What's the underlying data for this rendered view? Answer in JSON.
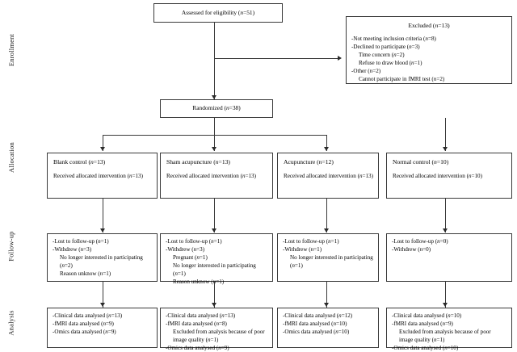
{
  "diagram": {
    "type": "consort-flow-diagram",
    "stages": [
      {
        "id": "enrollment",
        "label": "Enrollment"
      },
      {
        "id": "allocation",
        "label": "Allocation"
      },
      {
        "id": "followup",
        "label": "Follow-up"
      },
      {
        "id": "analysis",
        "label": "Analysis"
      }
    ],
    "enrollment": {
      "assessed": {
        "text": "Assessed for eligibility (n=51)"
      },
      "excluded": {
        "title": "Excluded (n=13)",
        "lines": [
          "-Not meeting inclusion criteria (n=8)",
          "-Declined to participate (n=3)",
          "Time concern (n=2)",
          "Refuse to draw blood (n=1)",
          "-Other (n=2)",
          "Cannot participate in fMRI test (n=2)"
        ],
        "indents": [
          0,
          0,
          1,
          1,
          0,
          1
        ]
      },
      "randomized": {
        "text": "Randomized (n=38)"
      }
    },
    "allocation": [
      {
        "title": "Blank control (n=13)",
        "sub": "Received allocated intervention (n=13)"
      },
      {
        "title": "Sham acupuncture (n=13)",
        "sub": "Received allocated intervention (n=13)"
      },
      {
        "title": "Acupuncture (n=12)",
        "sub": "Received allocated intervention (n=13)"
      },
      {
        "title": "Normal control (n=10)",
        "sub": "Received allocated intervention (n=10)"
      }
    ],
    "followup": [
      {
        "lines": [
          "-Lost to follow-up (n=1)",
          "-Withdrew (n=3)",
          "No longer interested in participating",
          "(n=2)",
          "Reason unknow (n=1)"
        ],
        "indents": [
          0,
          0,
          1,
          1,
          1
        ]
      },
      {
        "lines": [
          "-Lost to follow-up (n=1)",
          "-Withdrew (n=3)",
          "Pregnant (n=1)",
          "No longer interested in participating",
          "(n=1)",
          "Reason unknow (n=1)"
        ],
        "indents": [
          0,
          0,
          1,
          1,
          1,
          1
        ]
      },
      {
        "lines": [
          "-Lost to follow-up (n=1)",
          "-Withdrew (n=1)",
          "No longer interested in participating",
          "(n=1)"
        ],
        "indents": [
          0,
          0,
          1,
          1
        ]
      },
      {
        "lines": [
          "-Lost to follow-up (n=0)",
          "-Withdrew (n=0)"
        ],
        "indents": [
          0,
          0
        ]
      }
    ],
    "analysis": [
      {
        "lines": [
          "-Clinical data analysed (n=13)",
          "-fMRI data analysed (n=9)",
          "-Omics data analysed (n=9)"
        ],
        "indents": [
          0,
          0,
          0
        ]
      },
      {
        "lines": [
          "-Clinical data analysed (n=13)",
          "-fMRI data analysed (n=8)",
          "Excluded from analysis because of poor",
          "image quality (n=1)",
          "-Omics data analysed (n=9)"
        ],
        "indents": [
          0,
          0,
          1,
          1,
          0
        ]
      },
      {
        "lines": [
          "-Clinical data analysed (n=12)",
          "-fMRI data analysed (n=10)",
          "-Omics data analysed (n=10)"
        ],
        "indents": [
          0,
          0,
          0
        ]
      },
      {
        "lines": [
          "-Clinical data analysed (n=10)",
          "-fMRI data analysed (n=9)",
          "Excluded from analysis because of poor",
          "image quality (n=1)",
          "-Omics data analysed (n=10)"
        ],
        "indents": [
          0,
          0,
          1,
          1,
          0
        ]
      }
    ],
    "colors": {
      "stroke": "#3a3a3a",
      "text": "#000000",
      "background": "#ffffff"
    }
  }
}
